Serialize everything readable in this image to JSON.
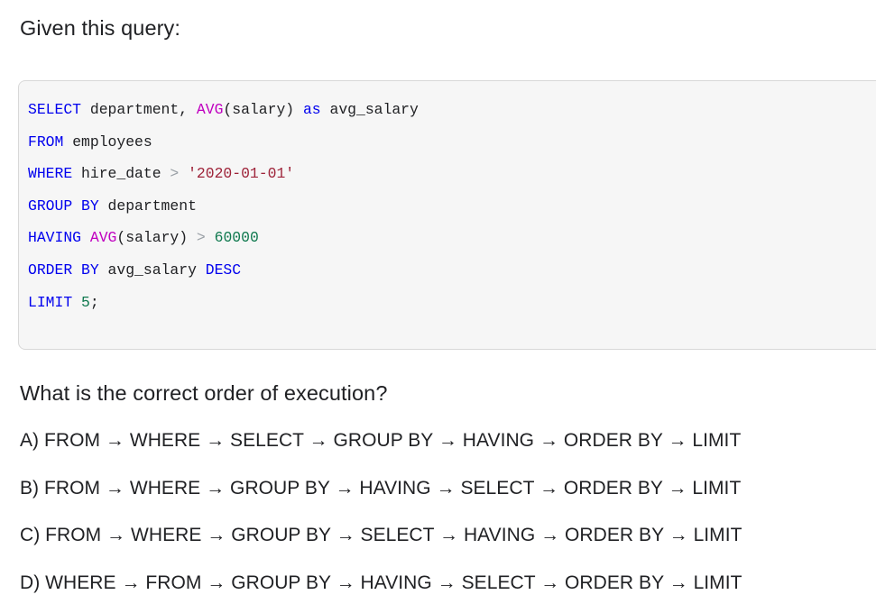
{
  "prompt": {
    "heading": "Given this query:"
  },
  "code_block": {
    "language": "sql",
    "background_color": "#f6f6f6",
    "border_color": "#d8d8d8",
    "lines": [
      {
        "tokens": [
          {
            "text": "SELECT",
            "type": "keyword"
          },
          {
            "text": " department, ",
            "type": "plain"
          },
          {
            "text": "AVG",
            "type": "function"
          },
          {
            "text": "(salary) ",
            "type": "plain"
          },
          {
            "text": "as",
            "type": "keyword"
          },
          {
            "text": " avg_salary",
            "type": "plain"
          }
        ]
      },
      {
        "tokens": [
          {
            "text": "FROM",
            "type": "keyword"
          },
          {
            "text": " employees",
            "type": "plain"
          }
        ]
      },
      {
        "tokens": [
          {
            "text": "WHERE",
            "type": "keyword"
          },
          {
            "text": " hire_date ",
            "type": "plain"
          },
          {
            "text": ">",
            "type": "operator"
          },
          {
            "text": " ",
            "type": "plain"
          },
          {
            "text": "'2020-01-01'",
            "type": "string"
          }
        ]
      },
      {
        "tokens": [
          {
            "text": "GROUP BY",
            "type": "keyword"
          },
          {
            "text": " department",
            "type": "plain"
          }
        ]
      },
      {
        "tokens": [
          {
            "text": "HAVING",
            "type": "keyword"
          },
          {
            "text": " ",
            "type": "plain"
          },
          {
            "text": "AVG",
            "type": "function"
          },
          {
            "text": "(salary) ",
            "type": "plain"
          },
          {
            "text": ">",
            "type": "operator"
          },
          {
            "text": " ",
            "type": "plain"
          },
          {
            "text": "60000",
            "type": "number"
          }
        ]
      },
      {
        "tokens": [
          {
            "text": "ORDER BY",
            "type": "keyword"
          },
          {
            "text": " avg_salary ",
            "type": "plain"
          },
          {
            "text": "DESC",
            "type": "keyword"
          }
        ]
      },
      {
        "tokens": [
          {
            "text": "LIMIT",
            "type": "keyword"
          },
          {
            "text": " ",
            "type": "plain"
          },
          {
            "text": "5",
            "type": "number"
          },
          {
            "text": ";",
            "type": "plain"
          }
        ]
      }
    ],
    "plain_text": "SELECT department, AVG(salary) as avg_salary\nFROM employees\nWHERE hire_date > '2020-01-01'\nGROUP BY department\nHAVING AVG(salary) > 60000\nORDER BY avg_salary DESC\nLIMIT 5;"
  },
  "question": {
    "text": "What is the correct order of execution?"
  },
  "options": [
    {
      "letter": "A)",
      "text": "A) FROM → WHERE → SELECT → GROUP BY → HAVING → ORDER BY → LIMIT",
      "steps": [
        "FROM",
        "WHERE",
        "SELECT",
        "GROUP BY",
        "HAVING",
        "ORDER BY",
        "LIMIT"
      ]
    },
    {
      "letter": "B)",
      "text": "B) FROM → WHERE → GROUP BY → HAVING → SELECT → ORDER BY → LIMIT",
      "steps": [
        "FROM",
        "WHERE",
        "GROUP BY",
        "HAVING",
        "SELECT",
        "ORDER BY",
        "LIMIT"
      ]
    },
    {
      "letter": "C)",
      "text": "C) FROM → WHERE → GROUP BY → SELECT → HAVING → ORDER BY → LIMIT",
      "steps": [
        "FROM",
        "WHERE",
        "GROUP BY",
        "SELECT",
        "HAVING",
        "ORDER BY",
        "LIMIT"
      ]
    },
    {
      "letter": "D)",
      "text": "D) WHERE → FROM → GROUP BY → HAVING → SELECT → ORDER BY → LIMIT",
      "steps": [
        "WHERE",
        "FROM",
        "GROUP BY",
        "HAVING",
        "SELECT",
        "ORDER BY",
        "LIMIT"
      ]
    }
  ]
}
